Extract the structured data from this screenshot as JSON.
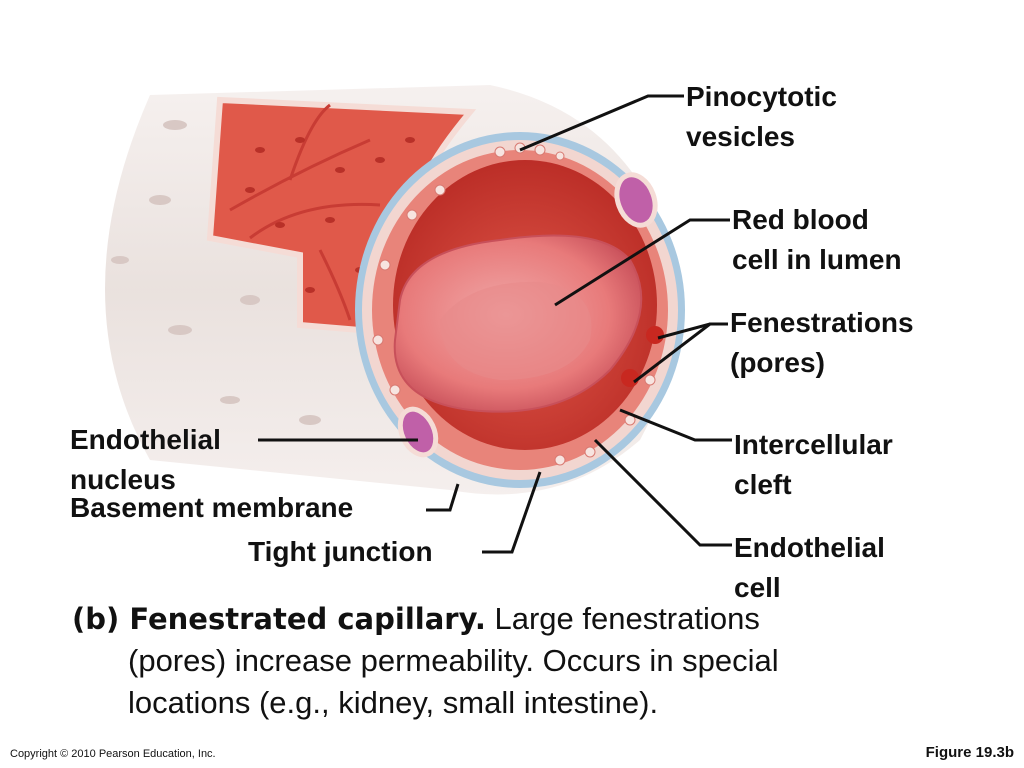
{
  "labels": {
    "pinocytotic": [
      "Pinocytotic",
      "vesicles"
    ],
    "red_blood_cell": [
      "Red blood",
      "cell in lumen"
    ],
    "fenestrations": [
      "Fenestrations",
      "(pores)"
    ],
    "intercellular": [
      "Intercellular",
      "cleft"
    ],
    "endothelial_cell": [
      "Endothelial",
      "cell"
    ],
    "endothelial_nucleus": [
      "Endothelial",
      "nucleus"
    ],
    "basement_membrane": "Basement membrane",
    "tight_junction": "Tight junction"
  },
  "caption": {
    "lead": "(b) Fenestrated capillary.",
    "text_line1": " Large fenestrations",
    "text_line2": "(pores) increase permeability. Occurs in special",
    "text_line3": "locations (e.g., kidney, small intestine)."
  },
  "footer": {
    "copyright": "Copyright © 2010 Pearson Education, Inc.",
    "figure_number": "Figure 19.3b"
  },
  "colors": {
    "lumen": "#d8453c",
    "wall": "#e8847a",
    "basement": "#a8c8e0",
    "rbc": "#e87a7a",
    "nucleus": "#c060a8",
    "tube": "#ece4e0"
  }
}
